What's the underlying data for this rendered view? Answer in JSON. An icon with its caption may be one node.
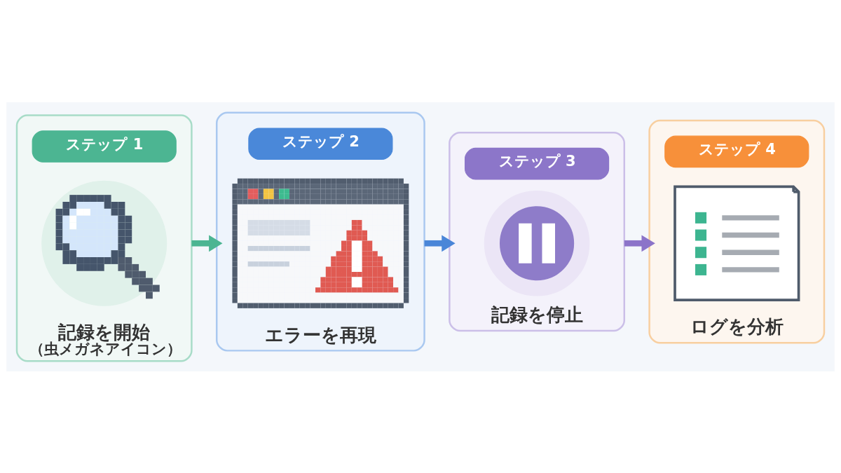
{
  "diagram": {
    "nodes": [
      {
        "text": [
          "記録を開始",
          "（虫メガネアイコン）"
        ]
      },
      {
        "text": [
          "ステップ 1"
        ],
        "in": 0
      },
      {
        "text": [],
        "shape": "picture",
        "in": 0
      },
      {
        "text": [
          "エラーを再現"
        ]
      },
      {
        "text": [
          "ステップ 2"
        ],
        "in": 3
      },
      {
        "text": [],
        "shape": "picture",
        "in": 3
      },
      {
        "text": [
          "記録を停止"
        ]
      },
      {
        "text": [
          "ステップ 3"
        ],
        "in": 6
      },
      {
        "text": [],
        "shape": "picture",
        "in": 6
      },
      {
        "text": [
          "ログを分析"
        ]
      },
      {
        "text": [
          "ステップ 4"
        ],
        "in": 9
      },
      {
        "text": [],
        "shape": "picture",
        "in": 9
      }
    ],
    "edges": [
      {
        "from": 0,
        "to": 3,
        "arrow": "to",
        "color": "#4cb592"
      },
      {
        "from": 3,
        "to": 6,
        "arrow": "to",
        "color": "#4a86d8"
      },
      {
        "from": 6,
        "to": 9,
        "arrow": "to",
        "color": "#8c74c9"
      }
    ]
  }
}
